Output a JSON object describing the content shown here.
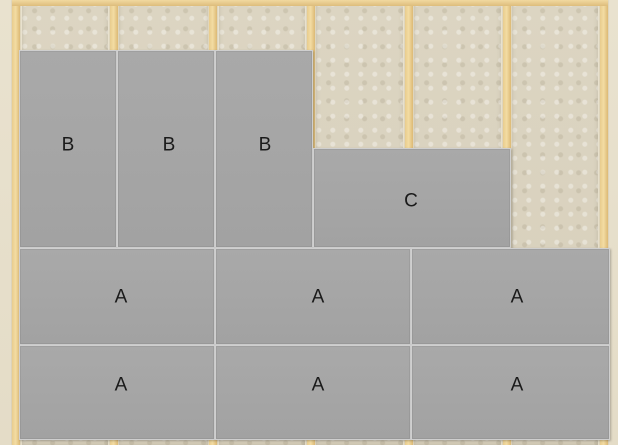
{
  "panels": {
    "b1": "B",
    "b2": "B",
    "b3": "B",
    "c1": "C",
    "a1": "A",
    "a2": "A",
    "a3": "A",
    "a4": "A",
    "a5": "A",
    "a6": "A"
  },
  "colors": {
    "panel": "#a6a6a6",
    "panel_seam": "#cfcfcf",
    "stud_wood": "#ecd198",
    "insulation": "#d9d2bf"
  }
}
